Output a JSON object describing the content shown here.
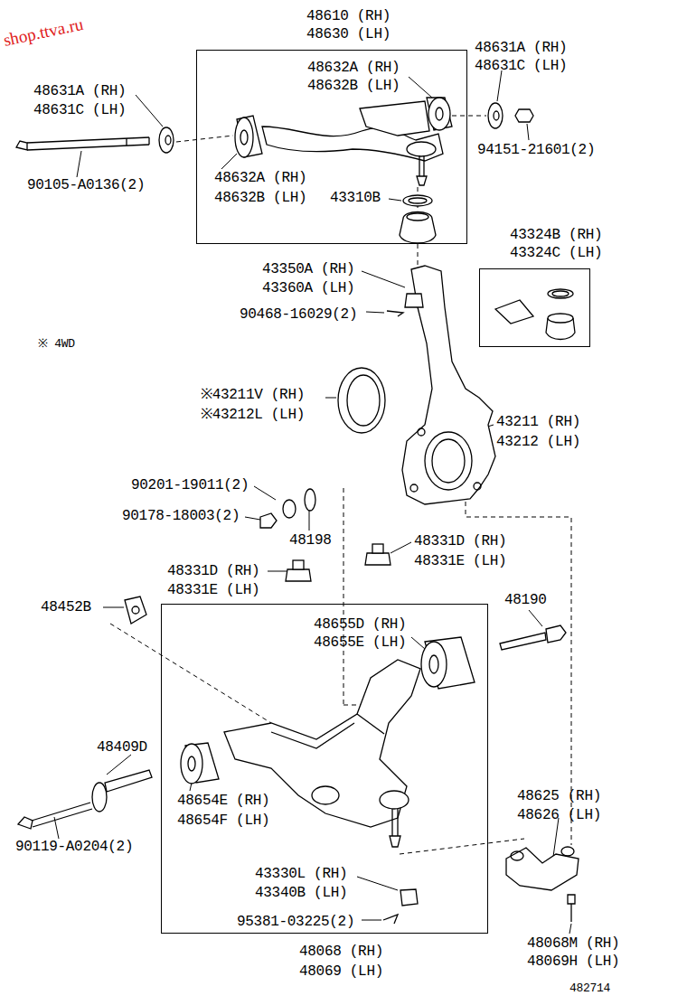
{
  "diagram": {
    "nodes": [
      {
        "text": [
          "48610 (RH)",
          "48630 (LH)"
        ]
      },
      {
        "text": [
          "48068 (RH)",
          "48069 (LH)"
        ]
      },
      {
        "text": [
          "43324B (RH)",
          "43324C (LH)"
        ]
      }
    ],
    "labels": [
      "shop.ttva.ru",
      "48631A (RH)",
      "48631C (LH)",
      "48632A (RH)",
      "48632B (LH)",
      "48631A (RH)",
      "48631C (LH)",
      "94151-21601(2)",
      "90105-A0136(2)",
      "48632A (RH)",
      "48632B (LH)",
      "43310B",
      "43350A (RH)",
      "43360A (LH)",
      "90468-16029(2)",
      "※ 4WD",
      "※43211V (RH)",
      "※43212L (LH)",
      "43211 (RH)",
      "43212 (LH)",
      "90201-19011(2)",
      "90178-18003(2)",
      "48198",
      "48331D (RH)",
      "48331E (LH)",
      "48331D (RH)",
      "48331E (LH)",
      "48452B",
      "48190",
      "48655D (RH)",
      "48655E (LH)",
      "48409D",
      "48625 (RH)",
      "48626 (LH)",
      "48654E (RH)",
      "48654F (LH)",
      "90119-A0204(2)",
      "43330L (RH)",
      "43340B (LH)",
      "95381-03225(2)",
      "48068M (RH)",
      "48069H (LH)",
      "482714"
    ]
  }
}
